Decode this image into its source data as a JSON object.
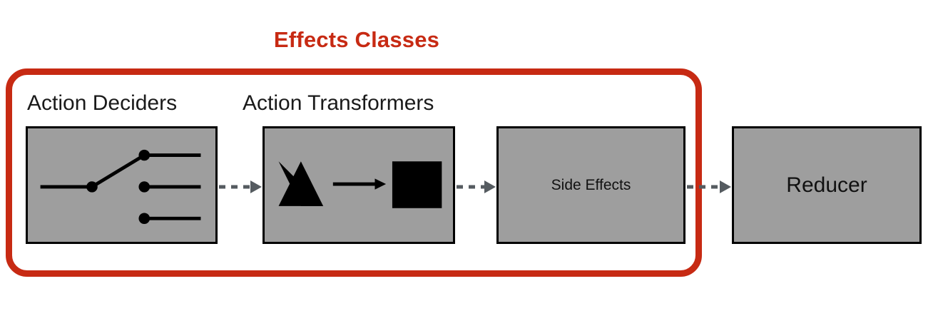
{
  "title": "Effects Classes",
  "colors": {
    "accent_red": "#C72A13",
    "node_fill": "#9E9E9E",
    "node_border": "#000000",
    "arrow": "#555B60",
    "background": "#FFFFFF"
  },
  "captions": [
    {
      "text": "Action Deciders"
    },
    {
      "text": "Action Transformers"
    }
  ],
  "nodes": [
    {
      "id": "action-deciders",
      "label": "",
      "artwork": "switch-selector"
    },
    {
      "id": "action-transformers",
      "label": "",
      "artwork": "triangle-arrow-square"
    },
    {
      "id": "side-effects",
      "label": "Side Effects",
      "artwork": "none"
    },
    {
      "id": "reducer",
      "label": "Reducer",
      "artwork": "none"
    }
  ],
  "connectors": [
    {
      "from": "action-deciders",
      "to": "action-transformers",
      "style": "dashed-arrow"
    },
    {
      "from": "action-transformers",
      "to": "side-effects",
      "style": "dashed-arrow"
    },
    {
      "from": "side-effects",
      "to": "reducer",
      "style": "dashed-arrow"
    }
  ],
  "group": {
    "name": "Effects Classes",
    "members": [
      "action-deciders",
      "action-transformers",
      "side-effects"
    ]
  }
}
